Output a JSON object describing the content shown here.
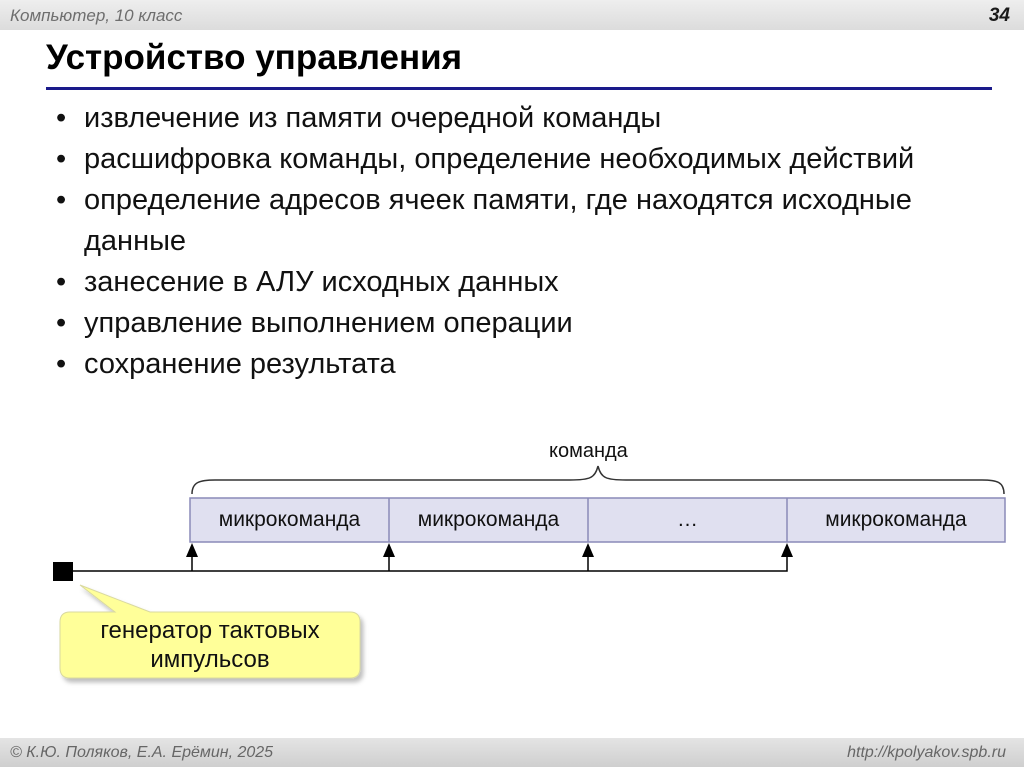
{
  "header": {
    "course": "Компьютер, 10 класс",
    "page_number": "34"
  },
  "title": "Устройство управления",
  "bullets": [
    "извлечение из памяти очередной команды",
    "расшифровка команды, определение необходимых действий",
    "определение адресов ячеек памяти, где находятся исходные данные",
    "занесение в АЛУ исходных данных",
    "управление выполнением операции",
    "сохранение результата"
  ],
  "diagram": {
    "command_label": "команда",
    "cells": [
      "микрокоманда",
      "микрокоманда",
      "…",
      "микрокоманда"
    ],
    "generator_label": "генератор тактовых импульсов",
    "colors": {
      "cell_fill": "#e0e0f0",
      "cell_border": "#8a8ab8",
      "callout_fill": "#ffff99",
      "title_rule": "#1a1a8a"
    }
  },
  "footer": {
    "authors": "© К.Ю. Поляков, Е.А. Ерёмин, 2025",
    "website": "http://kpolyakov.spb.ru"
  }
}
